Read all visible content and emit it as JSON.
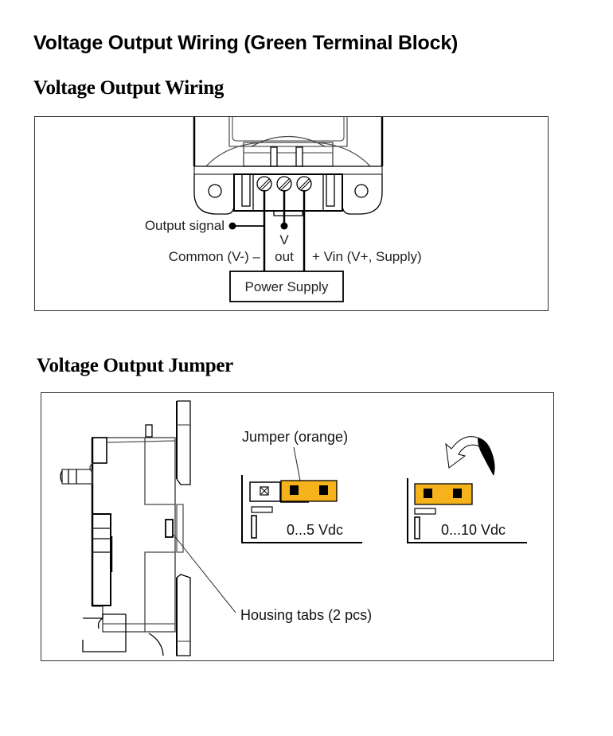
{
  "page": {
    "title": "Voltage Output Wiring (Green Terminal Block)"
  },
  "wiring_section": {
    "heading": "Voltage Output Wiring",
    "labels": {
      "output_signal": "Output signal",
      "common": "Common (V-) –",
      "v_out_top": "V",
      "v_out_bottom": "out",
      "vin": "+ Vin (V+, Supply)",
      "power_supply": "Power Supply"
    },
    "terminal_count": 3
  },
  "jumper_section": {
    "heading": "Voltage Output Jumper",
    "labels": {
      "jumper": "Jumper (orange)",
      "setting_5v": "0...5 Vdc",
      "setting_10v": "0...10 Vdc",
      "housing_tabs": "Housing tabs (2 pcs)"
    },
    "colors": {
      "jumper_fill": "#F5B21B",
      "jumper_pin": "#000000",
      "line": "#000000"
    }
  }
}
